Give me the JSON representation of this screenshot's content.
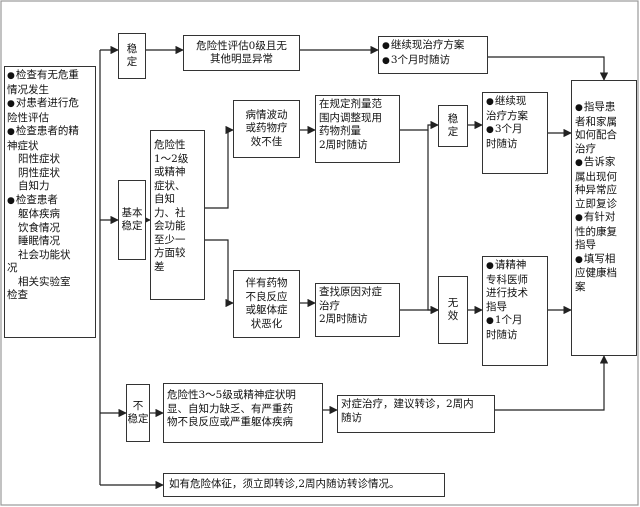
{
  "left_box": [
    "检查有无危重",
    "情况发生",
    "对患者进行危",
    "险性评估",
    "检查患者的精",
    "神症状",
    "阳性症状",
    "阴性症状",
    "自知力",
    "检查患者",
    "躯体疾病",
    "饮食情况",
    "睡眠情况",
    "社会功能状",
    "况",
    "相关实验室",
    "检查"
  ],
  "stable": [
    "稳",
    "定"
  ],
  "basic_stable": [
    "基本",
    "稳定"
  ],
  "unstable": [
    "不",
    "稳定"
  ],
  "risk0": [
    "危险性评估0级且无",
    "其他明显异常"
  ],
  "continue_plan": [
    "继续现治疗方案",
    "3个月时随访"
  ],
  "risk12": [
    "危险性",
    "1～2级",
    "或精神",
    "症状、",
    "自知",
    "力、社",
    "会功能",
    "至少一",
    "方面较",
    "差"
  ],
  "fluct": [
    "病情波动",
    "或药物疗",
    "效不佳"
  ],
  "adjust": [
    "在规定剂量范",
    "围内调整现用",
    "药物剂量",
    "2周时随访"
  ],
  "stable2": [
    "稳",
    "定"
  ],
  "continue2": [
    "继续现",
    "治疗方案",
    "3个月",
    "时随访"
  ],
  "adverse": [
    "伴有药物",
    "不良反应",
    "或躯体症",
    "状恶化"
  ],
  "find_cause": [
    "查找原因对症",
    "治疗",
    "2周时随访"
  ],
  "ineffective": [
    "无",
    "效"
  ],
  "refer_specialist": [
    "请精神",
    "专科医师",
    "进行技术",
    "指导",
    "1个月",
    "时随访"
  ],
  "right_box": [
    "指导患",
    "者和家属",
    "如何配合",
    "治疗",
    "告诉家",
    "属出现何",
    "种异常应",
    "立即复诊",
    "有针对",
    "性的康复",
    "指导",
    "填写相",
    "应健康档",
    "案"
  ],
  "risk35": [
    "危险性3～5级或精神症状明",
    "显、自知力缺乏、有严重药",
    "物不良反应或严重躯体疾病"
  ],
  "symptomatic": [
    "对症治疗，建议转诊，2周内",
    "随访"
  ],
  "bottom": "如有危险体征，须立即转诊,2周内随访转诊情况。"
}
